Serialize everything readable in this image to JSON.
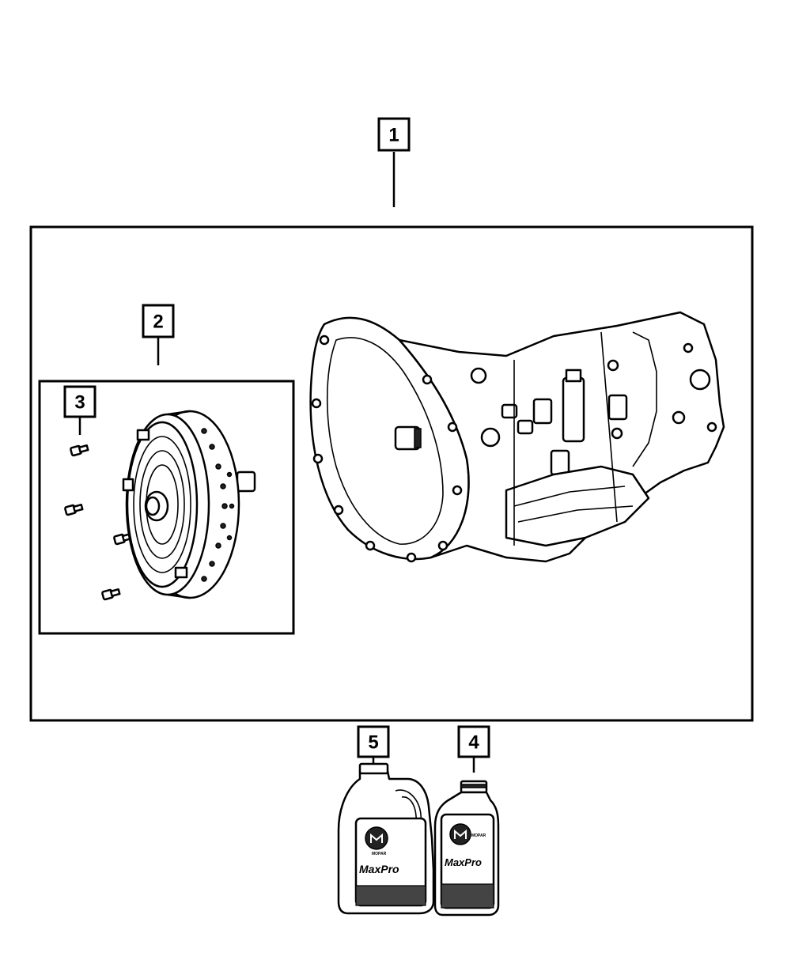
{
  "callouts": [
    {
      "id": "1",
      "label": "1"
    },
    {
      "id": "2",
      "label": "2"
    },
    {
      "id": "3",
      "label": "3"
    },
    {
      "id": "4",
      "label": "4"
    },
    {
      "id": "5",
      "label": "5"
    }
  ],
  "bottles": {
    "jug_brand": "MaxPro",
    "quart_brand": "MaxPro",
    "logo_word": "MOPAR"
  }
}
